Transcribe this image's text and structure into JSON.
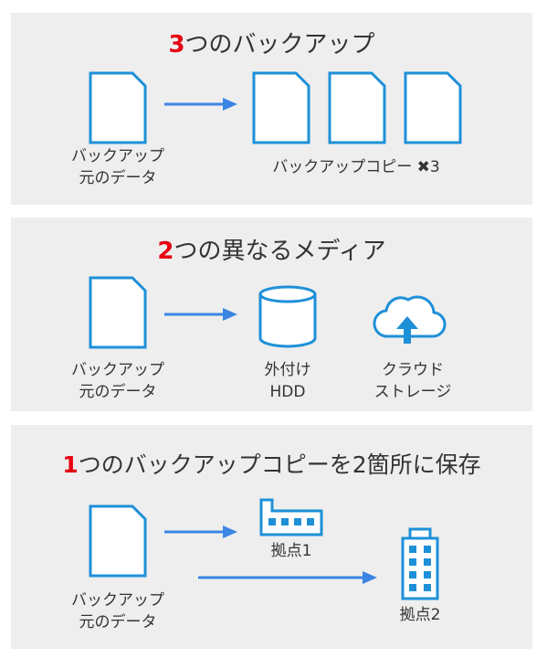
{
  "colors": {
    "accent": "#e60012",
    "icon": "#1e90d8",
    "arrow": "#3b86e5",
    "panel": "#eeeeee"
  },
  "section1": {
    "number": "3",
    "title": "つのバックアップ",
    "source_line1": "バックアップ",
    "source_line2": "元のデータ",
    "copies_label": "バックアップコピー ✖3"
  },
  "section2": {
    "number": "2",
    "title": "つの異なるメディア",
    "source_line1": "バックアップ",
    "source_line2": "元のデータ",
    "hdd_line1": "外付け",
    "hdd_line2": "HDD",
    "cloud_line1": "クラウド",
    "cloud_line2": "ストレージ"
  },
  "section3": {
    "number": "1",
    "title": "つのバックアップコピーを2箇所に保存",
    "source_line1": "バックアップ",
    "source_line2": "元のデータ",
    "site1_label": "拠点1",
    "site2_label": "拠点2"
  }
}
